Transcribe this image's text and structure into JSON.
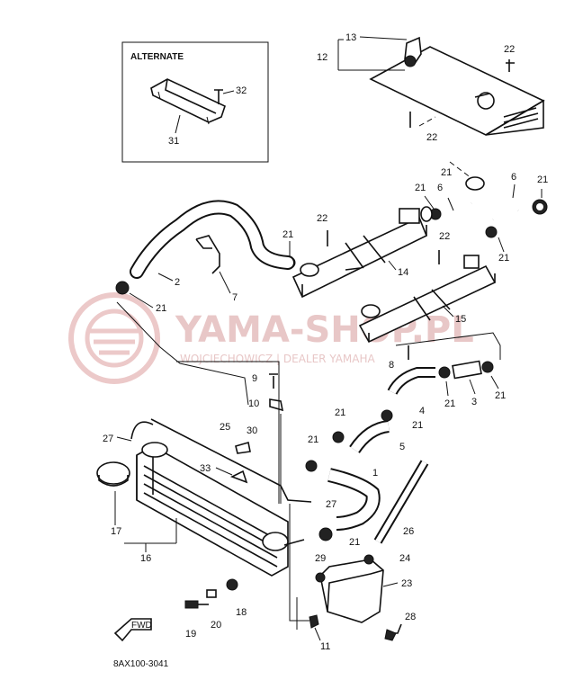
{
  "alternate_box": {
    "title": "ALTERNATE",
    "part_31": "31",
    "part_32": "32"
  },
  "diagram_code": "8AX100-3041",
  "fwd_label": "FWD",
  "watermark": {
    "main": "YAMA-SHOP.PL",
    "sub": "WOJCIECHOWICZ | DEALER YAMAHA"
  },
  "labels": {
    "p12": "12",
    "p13": "13",
    "p22a": "22",
    "p22b": "22",
    "p6a": "6",
    "p21a": "21",
    "p21b": "21",
    "p6b": "6",
    "p21c": "21",
    "p22c": "22",
    "p21d": "21",
    "p22d": "22",
    "p14": "14",
    "p21e": "21",
    "p2": "2",
    "p7": "7",
    "p21f": "21",
    "p15": "15",
    "p8": "8",
    "p9": "9",
    "p10": "10",
    "p4": "4",
    "p21g": "21",
    "p3": "3",
    "p21h": "21",
    "p21i": "21",
    "p21j": "21",
    "p5": "5",
    "p27a": "27",
    "p25": "25",
    "p30": "30",
    "p21k": "21",
    "p33": "33",
    "p1": "1",
    "p27b": "27",
    "p17": "17",
    "p26": "26",
    "p21l": "21",
    "p16": "16",
    "p24": "24",
    "p29": "29",
    "p23": "23",
    "p18": "18",
    "p19": "19",
    "p20": "20",
    "p28": "28",
    "p11": "11"
  }
}
